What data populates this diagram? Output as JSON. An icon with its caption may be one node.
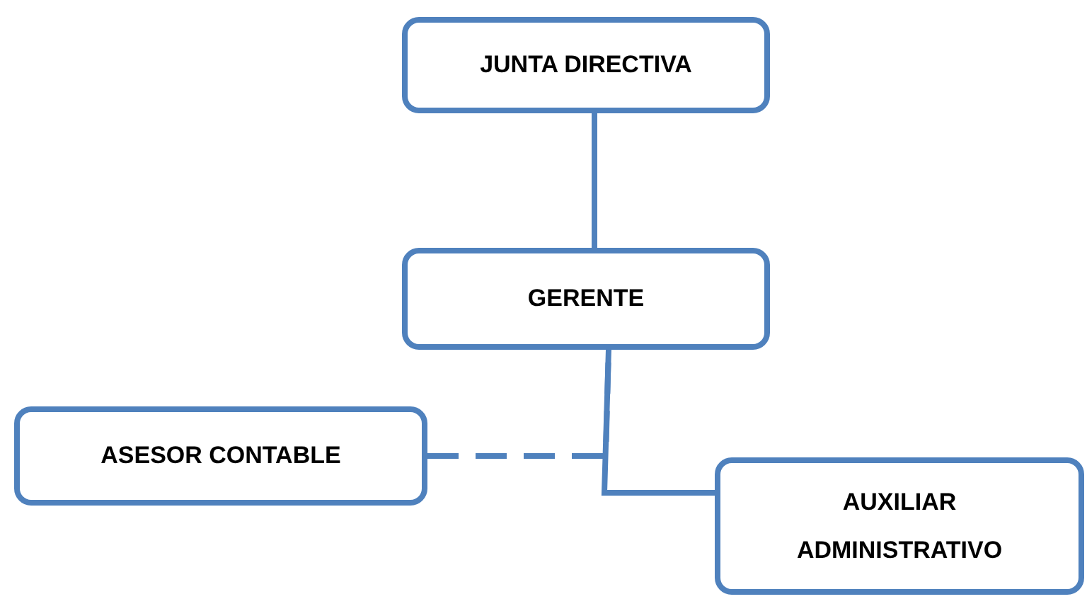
{
  "diagram": {
    "nodes": [
      {
        "text": [
          "JUNTA DIRECTIVA"
        ]
      },
      {
        "text": [
          "GERENTE"
        ]
      },
      {
        "text": [
          "ASESOR CONTABLE"
        ]
      },
      {
        "text": [
          "AUXILIAR ADMINISTRATIVO"
        ]
      }
    ],
    "edges": [
      {
        "from": 0,
        "to": 1,
        "arrow": "none"
      },
      {
        "from": 1,
        "to": 3,
        "arrow": "none"
      },
      {
        "from": 2,
        "to": 1,
        "arrow": "none",
        "style": "dashed"
      }
    ]
  }
}
